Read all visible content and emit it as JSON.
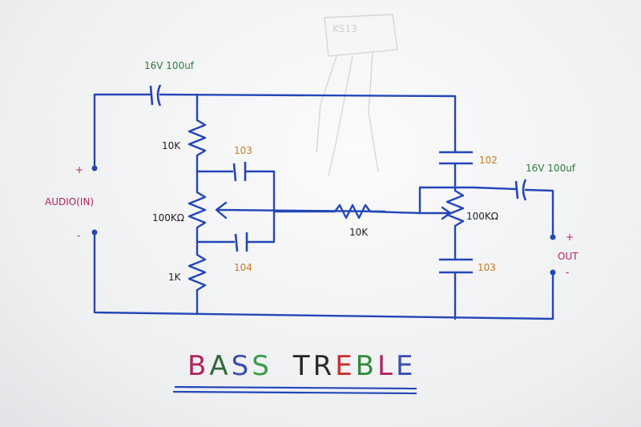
{
  "labels": {
    "cap_in": "16V 100uf",
    "cap_out": "16V 100uf",
    "res_top": "10K",
    "res_pot_left": "100KΩ",
    "res_bottom": "1K",
    "cap_103_top": "103",
    "cap_104": "104",
    "res_mid": "10K",
    "pot_right": "100KΩ",
    "cap_102": "102",
    "cap_103_bottom": "103",
    "audio_in": "AUDIO(IN)",
    "in_plus": "+",
    "in_minus": "-",
    "out": "OUT",
    "out_plus": "+",
    "out_minus": "-",
    "transistor_ghost": "KS13"
  },
  "title": {
    "letters": [
      {
        "char": "B",
        "color": "#b0245c"
      },
      {
        "char": "A",
        "color": "#2f6b3a"
      },
      {
        "char": "S",
        "color": "#3a4fb0"
      },
      {
        "char": "S",
        "color": "#3a9a4a"
      },
      {
        "char": "T",
        "color": "#222222"
      },
      {
        "char": "R",
        "color": "#2a2a2a"
      },
      {
        "char": "E",
        "color": "#c8302a"
      },
      {
        "char": "B",
        "color": "#2f8a3a"
      },
      {
        "char": "L",
        "color": "#b0245c"
      },
      {
        "char": "E",
        "color": "#3a4fb0"
      }
    ]
  },
  "colors": {
    "ink_blue": "#2347b8",
    "underline": "#2347b8"
  }
}
